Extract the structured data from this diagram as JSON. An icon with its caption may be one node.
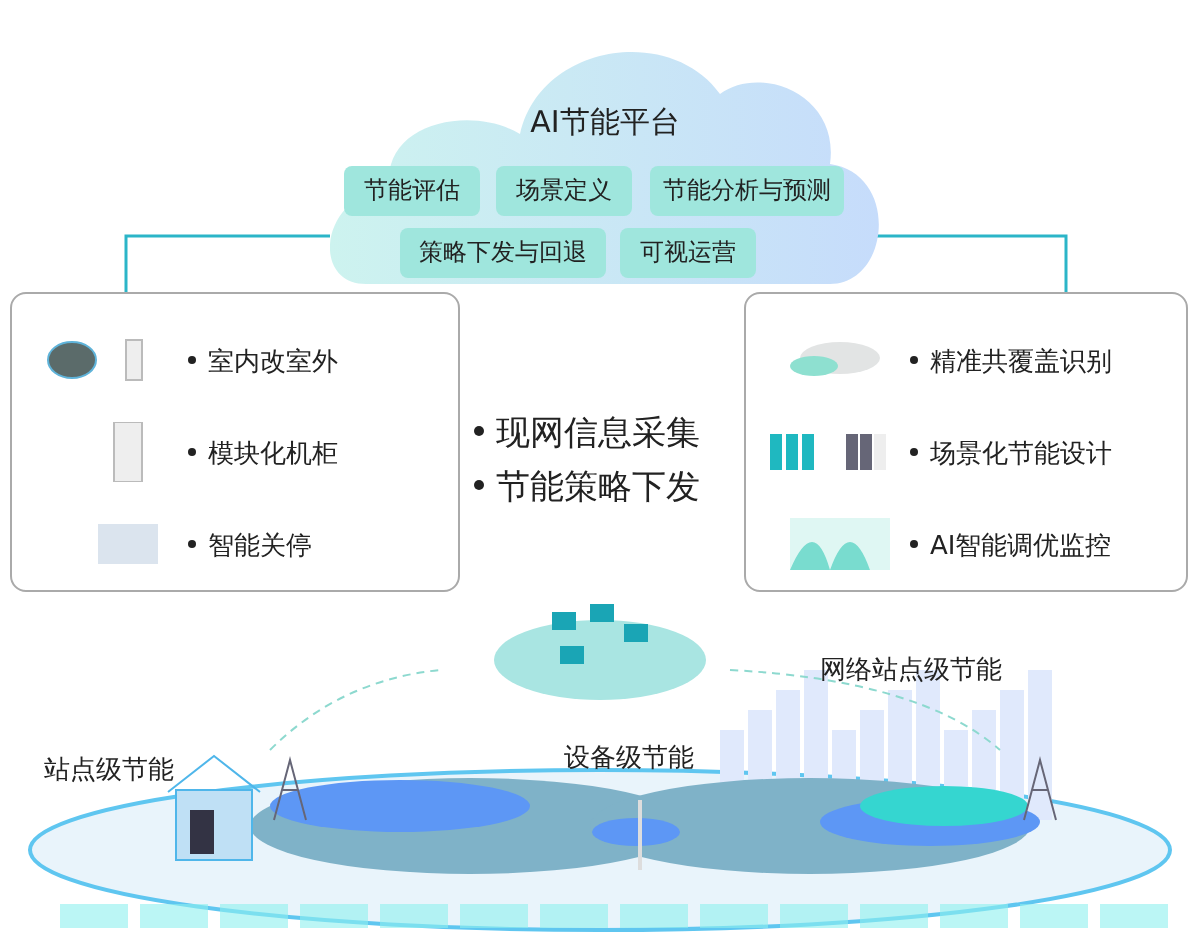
{
  "diagram": {
    "nodes": [
      {
        "text": [
          "AI节能平台"
        ]
      },
      {
        "text": [
          "节能评估"
        ],
        "in": 0
      },
      {
        "text": [
          "场景定义"
        ],
        "in": 0
      },
      {
        "text": [
          "节能分析与预测"
        ],
        "in": 0
      },
      {
        "text": [
          "策略下发与回退"
        ],
        "in": 0
      },
      {
        "text": [
          "可视运营"
        ],
        "in": 0
      },
      {
        "text": [
          "室内改室外",
          "模块化机柜",
          "智能关停"
        ]
      },
      {
        "text": [
          "精准共覆盖识别",
          "场景化节能设计",
          "AI智能调优监控"
        ]
      }
    ],
    "edges": [
      {
        "from": 0,
        "to": 6,
        "arrow": "none"
      },
      {
        "from": 0,
        "to": 7,
        "arrow": "none"
      }
    ],
    "labels": [
      "现网信息采集",
      "节能策略下发",
      "网络站点级节能",
      "站点级节能",
      "设备级节能"
    ]
  }
}
